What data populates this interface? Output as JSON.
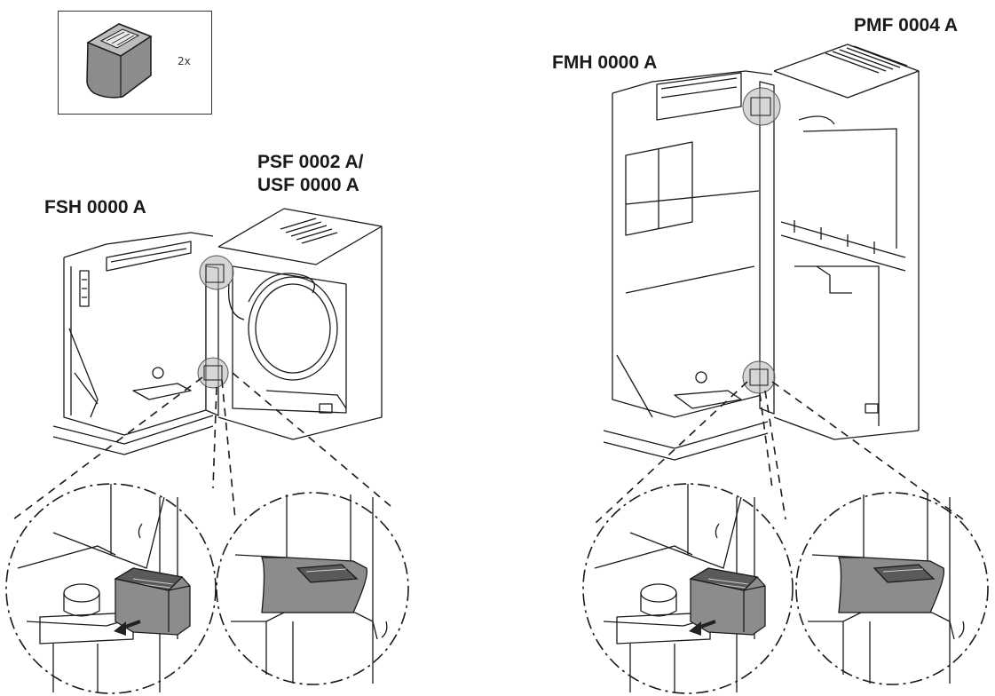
{
  "kit": {
    "quantity": "2x",
    "icon": "snap-clip-icon"
  },
  "left_assembly": {
    "label_left": "FSH 0000 A",
    "label_right_line1": "PSF 0002 A/",
    "label_right_line2": "USF 0000 A"
  },
  "right_assembly": {
    "label_left": "FMH 0000 A",
    "label_right": "PMF 0004 A"
  },
  "colors": {
    "line": "#1a1a1a",
    "clip_gray": "#8c8c8c",
    "clip_dark": "#5a5a5a",
    "highlight": "#b4b4b4",
    "arrow": "#222222"
  }
}
